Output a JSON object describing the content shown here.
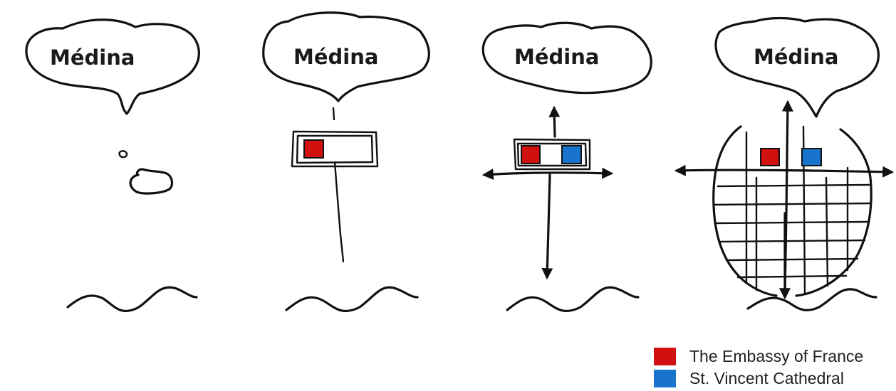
{
  "panels": [
    {
      "label": "Médina"
    },
    {
      "label": "Médina"
    },
    {
      "label": "Médina"
    },
    {
      "label": "Médina"
    }
  ],
  "legend": [
    {
      "label": "The Embassy of France",
      "color": "#d11010"
    },
    {
      "label": "St. Vincent Cathedral",
      "color": "#1874cd"
    }
  ]
}
